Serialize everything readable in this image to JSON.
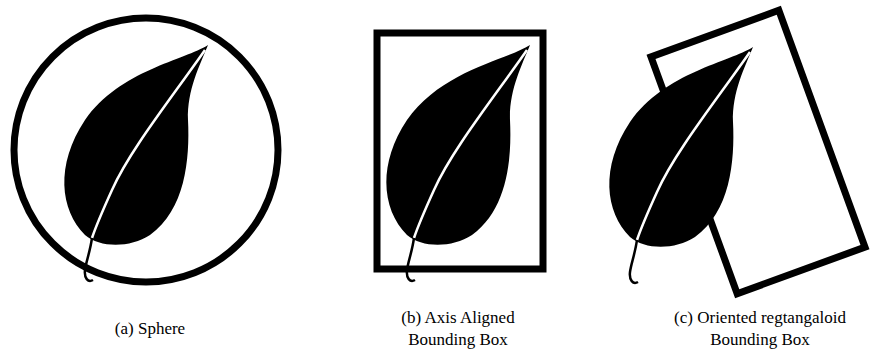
{
  "diagram": {
    "labels": [
      "(a) Sphere",
      "(b) Axis Aligned Bounding Box",
      "(c) Oriented regtangaloid Bounding Box"
    ]
  }
}
